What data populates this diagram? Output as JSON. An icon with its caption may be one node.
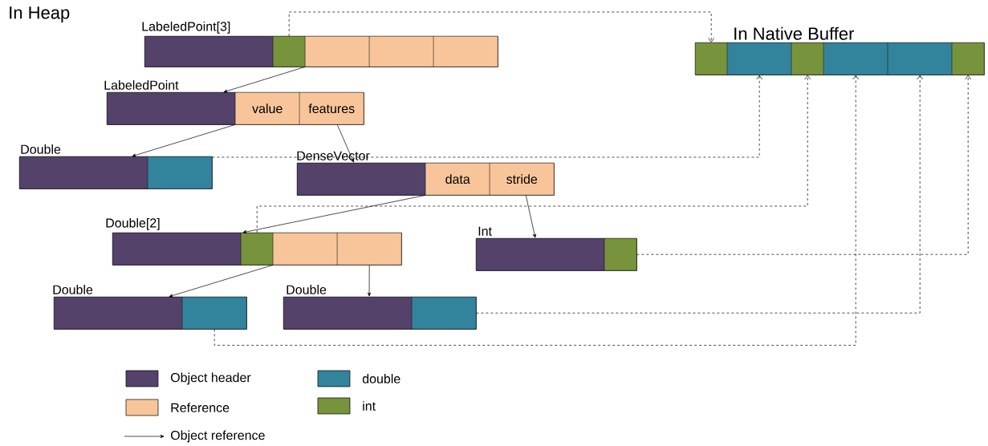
{
  "diagram": {
    "nodes": [
      {
        "text": [
          "LabeledPoint[3]"
        ]
      },
      {
        "text": [],
        "shape": "box",
        "in": 0
      },
      {
        "text": [],
        "shape": "box",
        "in": 0
      },
      {
        "text": [],
        "shape": "box",
        "in": 0
      },
      {
        "text": [],
        "shape": "box",
        "in": 0
      },
      {
        "text": [],
        "shape": "box",
        "in": 0
      },
      {
        "text": [
          "In Native Buffer"
        ]
      },
      {
        "text": [],
        "shape": "box",
        "in": 6
      },
      {
        "text": [],
        "shape": "box",
        "in": 6
      },
      {
        "text": [],
        "shape": "box",
        "in": 6
      },
      {
        "text": [],
        "shape": "box",
        "in": 6
      },
      {
        "text": [],
        "shape": "box",
        "in": 6
      },
      {
        "text": [],
        "shape": "box",
        "in": 6
      },
      {
        "text": [
          "LabeledPoint"
        ]
      },
      {
        "text": [],
        "shape": "box",
        "in": 13
      },
      {
        "text": [
          "value"
        ],
        "in": 13
      },
      {
        "text": [
          "features"
        ],
        "in": 13
      },
      {
        "text": [
          "Double"
        ]
      },
      {
        "text": [],
        "shape": "box",
        "in": 17
      },
      {
        "text": [],
        "shape": "box",
        "in": 17
      },
      {
        "text": [
          "DenseVector"
        ]
      },
      {
        "text": [],
        "shape": "box",
        "in": 20
      },
      {
        "text": [
          "data"
        ],
        "in": 20
      },
      {
        "text": [
          "stride"
        ],
        "in": 20
      },
      {
        "text": [
          "Double[2]"
        ]
      },
      {
        "text": [],
        "shape": "box",
        "in": 24
      },
      {
        "text": [],
        "shape": "box",
        "in": 24
      },
      {
        "text": [],
        "shape": "box",
        "in": 24
      },
      {
        "text": [],
        "shape": "box",
        "in": 24
      },
      {
        "text": [
          "Int"
        ]
      },
      {
        "text": [],
        "shape": "box",
        "in": 29
      },
      {
        "text": [],
        "shape": "box",
        "in": 29
      },
      {
        "text": [
          "Double"
        ]
      },
      {
        "text": [],
        "shape": "box",
        "in": 32
      },
      {
        "text": [],
        "shape": "box",
        "in": 32
      },
      {
        "text": [
          "Double"
        ]
      },
      {
        "text": [],
        "shape": "box",
        "in": 35
      },
      {
        "text": [],
        "shape": "box",
        "in": 35
      }
    ],
    "edges": [
      {
        "from": 3,
        "to": 13,
        "arrow": "to"
      },
      {
        "from": 15,
        "to": 17,
        "arrow": "to"
      },
      {
        "from": 16,
        "to": 20,
        "arrow": "to"
      },
      {
        "from": 22,
        "to": 24,
        "arrow": "to"
      },
      {
        "from": 23,
        "to": 29,
        "arrow": "to"
      },
      {
        "from": 27,
        "to": 32,
        "arrow": "to"
      },
      {
        "from": 28,
        "to": 35,
        "arrow": "to"
      },
      {
        "from": 2,
        "to": 7,
        "arrow": "to",
        "style": "dashed"
      },
      {
        "from": 19,
        "to": 8,
        "arrow": "to",
        "style": "dashed"
      },
      {
        "from": 26,
        "to": 9,
        "arrow": "to",
        "style": "dashed"
      },
      {
        "from": 34,
        "to": 10,
        "arrow": "to",
        "style": "dashed"
      },
      {
        "from": 37,
        "to": 11,
        "arrow": "to",
        "style": "dashed"
      },
      {
        "from": 31,
        "to": 12,
        "arrow": "to",
        "style": "dashed"
      }
    ],
    "labels": [
      "In Heap"
    ],
    "legend": [
      {
        "text": "Object header",
        "color": "#54426b"
      },
      {
        "text": "double",
        "color": "#31849b"
      },
      {
        "text": "Reference",
        "color": "#f8c59a"
      },
      {
        "text": "int",
        "color": "#77933c"
      },
      {
        "text": "Object reference"
      }
    ]
  }
}
